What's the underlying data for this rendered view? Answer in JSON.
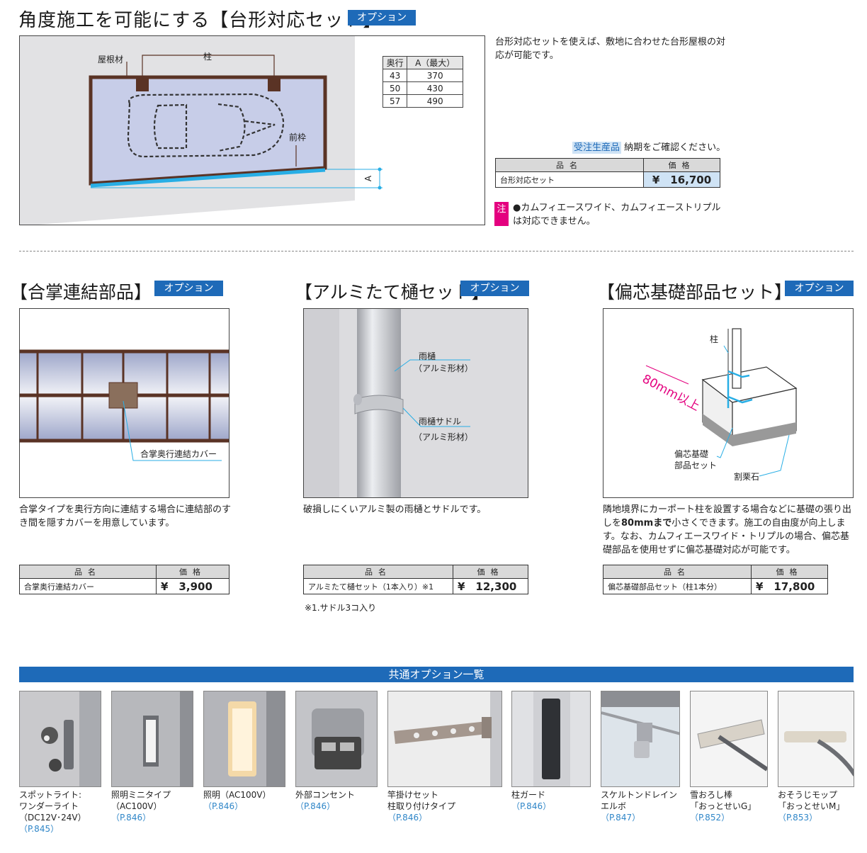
{
  "top": {
    "title": "角度施工を可能にする【台形対応セット】",
    "badge": "オプション",
    "diagram": {
      "roof_label": "屋根材",
      "pillar_label": "柱",
      "front_frame_label": "前枠",
      "a_label": "A"
    },
    "dim_table": {
      "headers": [
        "奥行",
        "A（最大）"
      ],
      "rows": [
        [
          "43",
          "370"
        ],
        [
          "50",
          "430"
        ],
        [
          "57",
          "490"
        ]
      ]
    },
    "description": "台形対応セットを使えば、敷地に合わせた台形屋根の対応が可能です。",
    "made_to_order": "受注生産品",
    "delivery_note": "納期をご確認ください。",
    "price_table": {
      "header_name": "品名",
      "header_price": "価格",
      "item": "台形対応セット",
      "price": "¥　16,700"
    },
    "note_mark": "注",
    "note_text": "●カムフィエースワイド、カムフィエーストリプルは対応できません。"
  },
  "gassho": {
    "title": "【合掌連結部品】",
    "badge": "オプション",
    "callout": "合掌奥行連結カバー",
    "description": "合掌タイプを奥行方向に連結する場合に連結部のすき間を隠すカバーを用意しています。",
    "price_table": {
      "header_name": "品名",
      "header_price": "価格",
      "item": "合掌奥行連結カバー",
      "price": "¥　3,900"
    }
  },
  "alumi": {
    "title": "【アルミたて樋セット】",
    "badge": "オプション",
    "callout1_line1": "雨樋",
    "callout1_line2": "（アルミ形材）",
    "callout2_line1": "雨樋サドル",
    "callout2_line2": "（アルミ形材）",
    "description": "破損しにくいアルミ製の雨樋とサドルです。",
    "price_table": {
      "header_name": "品名",
      "header_price": "価格",
      "item": "アルミたて樋セット（1本入り）※1",
      "price": "¥　12,300"
    },
    "footnote": "※1.サドル3コ入り"
  },
  "henshin": {
    "title": "【偏芯基礎部品セット】",
    "badge": "オプション",
    "pillar_label": "柱",
    "dimension_label": "80mm以上",
    "part_label_line1": "偏芯基礎",
    "part_label_line2": "部品セット",
    "stone_label": "割栗石",
    "description_pre": "隣地境界にカーポート柱を設置する場合などに基礎の張り出しを",
    "description_bold": "80mmまで",
    "description_post": "小さくできます。施工の自由度が向上します。なお、カムフィエースワイド・トリプルの場合、偏芯基礎部品を使用せずに偏芯基礎対応が可能です。",
    "price_table": {
      "header_name": "品名",
      "header_price": "価格",
      "item": "偏芯基礎部品セット（柱1本分）",
      "price": "¥　17,800"
    }
  },
  "common": {
    "banner": "共通オプション一覧",
    "items": [
      {
        "line1": "スポットライト:",
        "line2": "ワンダーライト",
        "line3": "（DC12V･24V）",
        "ref": "（P.845）"
      },
      {
        "line1": "照明ミニタイプ",
        "line2": "（AC100V）",
        "line3": "",
        "ref": "（P.846）"
      },
      {
        "line1": "照明（AC100V）",
        "line2": "",
        "line3": "",
        "ref": "（P.846）"
      },
      {
        "line1": "外部コンセント",
        "line2": "",
        "line3": "",
        "ref": "（P.846）"
      },
      {
        "line1": "竿掛けセット",
        "line2": "柱取り付けタイプ",
        "line3": "",
        "ref": "（P.846）"
      },
      {
        "line1": "柱ガード",
        "line2": "",
        "line3": "",
        "ref": "（P.846）"
      },
      {
        "line1": "スケルトンドレイン",
        "line2": "エルボ",
        "line3": "",
        "ref": "（P.847）"
      },
      {
        "line1": "雪おろし棒",
        "line2": "「おっとせいG」",
        "line3": "",
        "ref": "（P.852）"
      },
      {
        "line1": "おそうじモップ",
        "line2": "「おっとせいM」",
        "line3": "",
        "ref": "（P.853）"
      }
    ]
  },
  "colors": {
    "accent_blue": "#1e6ab8",
    "pink": "#e4007f",
    "roof_brown": "#5a3325",
    "gutter_cyan": "#28aee5"
  }
}
